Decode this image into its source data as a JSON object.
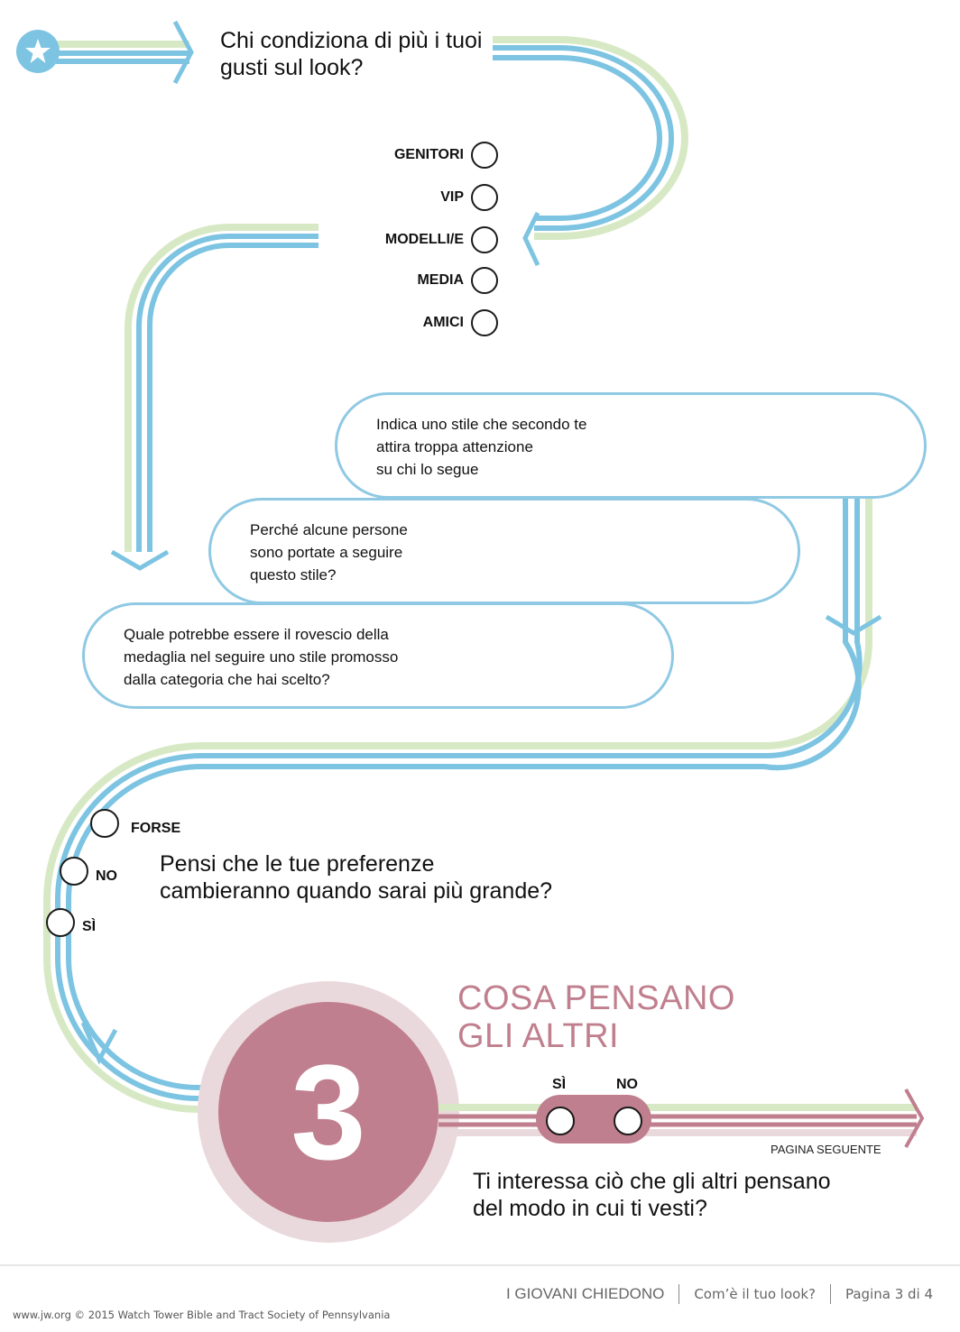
{
  "question1": {
    "line1": "Chi condiziona di più i tuoi",
    "line2": "gusti sul look?"
  },
  "options": [
    "GENITORI",
    "VIP",
    "MODELLI/E",
    "MEDIA",
    "AMICI"
  ],
  "prompts": {
    "p1": "Indica uno stile che secondo te\nattira troppa attenzione\nsu chi lo segue",
    "p2": "Perché alcune persone\nsono portate a seguire\nquesto stile?",
    "p3": "Quale potrebbe essere il rovescio della\nmedaglia nel seguire uno stile promosso\ndalla categoria che hai scelto?"
  },
  "question2": {
    "line1": "Pensi che le tue preferenze",
    "line2": "cambieranno quando sarai più grande?",
    "answers": {
      "forse": "FORSE",
      "no": "NO",
      "si": "SÌ"
    }
  },
  "section": {
    "number": "3",
    "title_line1": "COSA PENSANO",
    "title_line2": "GLI ALTRI"
  },
  "question3": {
    "yes": "SÌ",
    "no": "NO",
    "next": "PAGINA SEGUENTE",
    "line1": "Ti interessa ciò che gli altri pensano",
    "line2": "del modo in cui ti vesti?"
  },
  "footer": {
    "series": "I GIOVANI CHIEDONO",
    "topic": "Com’è il tuo look?",
    "page": "Pagina 3 di 4",
    "copyright": "www.jw.org © 2015 Watch Tower Bible and Tract Society of Pennsylvania"
  },
  "colors": {
    "blue": "#7dc4e2",
    "green": "#d7e9c4",
    "rose": "#c07f8e",
    "rose_light": "#ead9dc"
  }
}
